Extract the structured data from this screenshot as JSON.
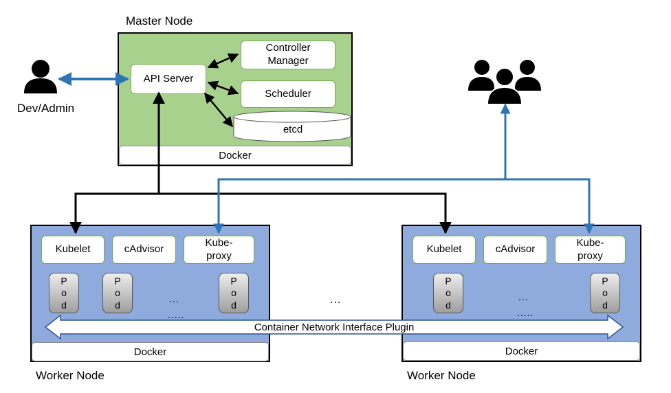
{
  "master": {
    "label": "Master Node",
    "api_server": "API Server",
    "controller_manager_line1": "Controller",
    "controller_manager_line2": "Manager",
    "scheduler": "Scheduler",
    "etcd": "etcd",
    "docker": "Docker"
  },
  "dev_admin_label": "Dev/Admin",
  "workers": [
    {
      "label": "Worker Node",
      "kubelet": "Kubelet",
      "cadvisor": "cAdvisor",
      "kubeproxy_line1": "Kube-",
      "kubeproxy_line2": "proxy",
      "pod_letters": [
        "P",
        "o",
        "d"
      ],
      "dots_top": "...",
      "dots_bottom": ".....",
      "docker": "Docker"
    },
    {
      "label": "Worker Node",
      "kubelet": "Kubelet",
      "cadvisor": "cAdvisor",
      "kubeproxy_line1": "Kube-",
      "kubeproxy_line2": "proxy",
      "pod_letters": [
        "P",
        "o",
        "d"
      ],
      "dots_top": "...",
      "dots_bottom": ".....",
      "docker": "Docker"
    }
  ],
  "between_workers_dots": "...",
  "cni_label": "Container Network Interface Plugin",
  "colors": {
    "master_bg": "#a9d18e",
    "worker_bg": "#8faadc",
    "blue_line": "#2e75b6",
    "box_border": "#70ad47"
  },
  "icons": {
    "dev_admin": "person-icon",
    "users": "users-group-icon"
  }
}
